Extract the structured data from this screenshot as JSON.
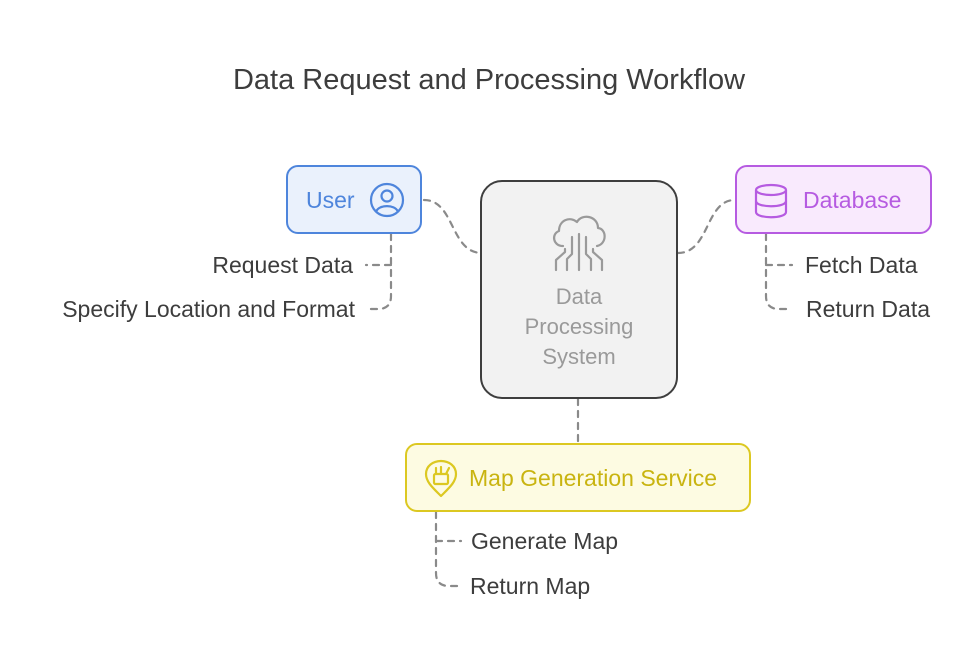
{
  "title": "Data Request and Processing Workflow",
  "colors": {
    "user": "#4e85dc",
    "database": "#b65be1",
    "map": "#dcc821",
    "core": "#3e3e3e",
    "connector": "#8a8a8a"
  },
  "core": {
    "label": "Data\nProcessing\nSystem",
    "icon": "cloud-circuit-icon"
  },
  "user": {
    "label": "User",
    "icon": "user-circle-icon",
    "steps": [
      "Request Data",
      "Specify Location and Format"
    ]
  },
  "database": {
    "label": "Database",
    "icon": "database-icon",
    "steps": [
      "Fetch Data",
      "Return Data"
    ]
  },
  "map_service": {
    "label": "Map Generation Service",
    "icon": "map-pin-icon",
    "steps": [
      "Generate Map",
      "Return Map"
    ]
  }
}
